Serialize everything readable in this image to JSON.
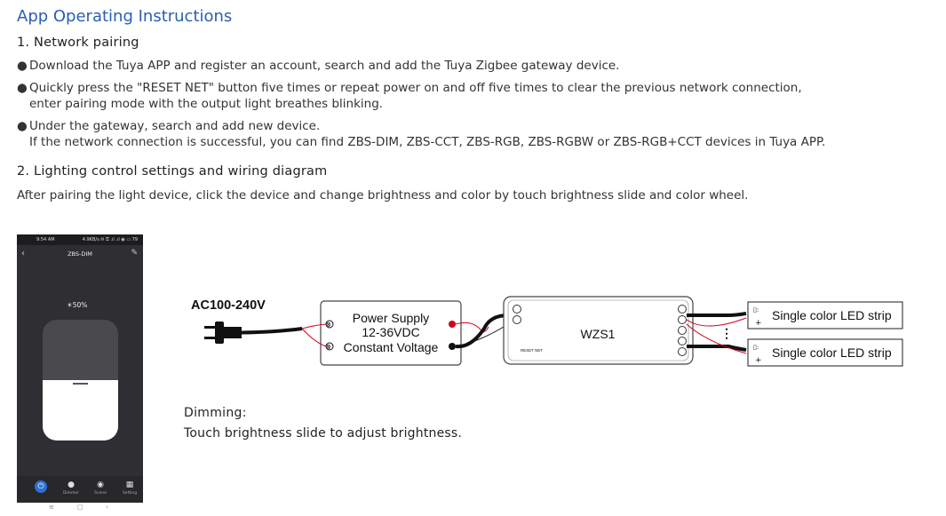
{
  "heading": "App Operating Instructions",
  "section1": {
    "title": "1. Network pairing",
    "bullets": [
      "Download the Tuya APP and register an account, search and add the Tuya Zigbee gateway device.",
      "Quickly press the \"RESET NET\" button five times or repeat power on and off five times to clear the previous network connection,",
      "enter pairing mode with the output light breathes blinking.",
      "Under the gateway, search and add new device.",
      "If the network connection is successful, you can find ZBS-DIM, ZBS-CCT, ZBS-RGB, ZBS-RGBW or ZBS-RGB+CCT devices in Tuya APP."
    ]
  },
  "section2": {
    "title": "2. Lighting control settings and wiring diagram",
    "text": "After pairing the light device, click the device and change brightness and color by touch brightness slide and color wheel."
  },
  "phone": {
    "status_time": "9:54 AM",
    "status_right": "4.9KB/s ✉ ⚿ .ıl .ıl ◉ ▭ 79",
    "app_title": "ZBS-DIM",
    "brightness_label": "☀50%",
    "brightness_level": 0.5,
    "tabs": [
      "Dimmer",
      "Scene",
      "Setting"
    ],
    "nav": [
      "≡",
      "□",
      "‹"
    ]
  },
  "diagram": {
    "ac_label": "AC100-240V",
    "psu_line1": "Power Supply",
    "psu_line2": "12-36VDC",
    "psu_line3": "Constant Voltage",
    "controller": "WZS1",
    "reset_label": "RESET NET",
    "strip1": "Single color LED strip",
    "strip2": "Single color LED strip",
    "colors": {
      "red": "#d0021b",
      "black": "#111111"
    }
  },
  "dimming": {
    "title": "Dimming:",
    "text": "Touch brightness slide to adjust brightness."
  }
}
